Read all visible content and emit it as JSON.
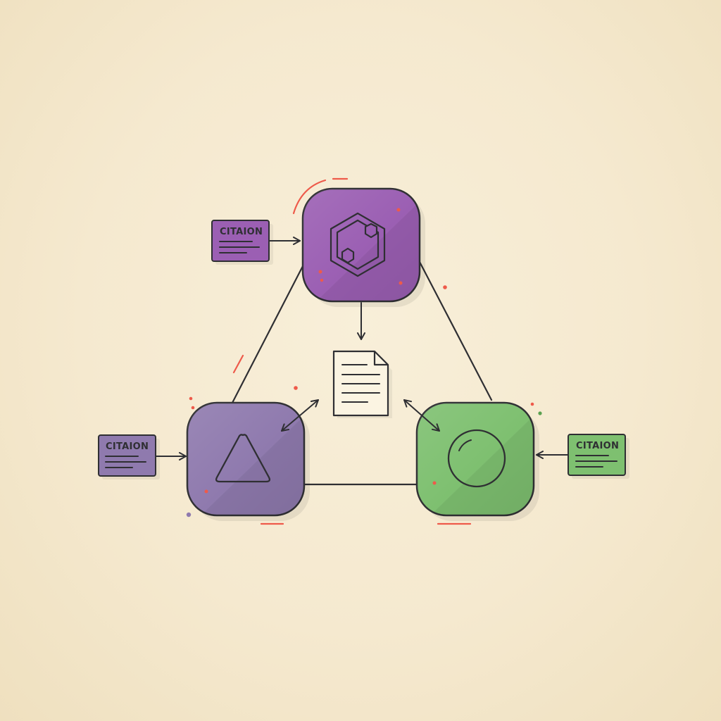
{
  "colors": {
    "background": "#f6ecd3",
    "outline": "#2f2f33",
    "top_node": "#9b5fb3",
    "left_node": "#8f7aae",
    "right_node": "#7ec070",
    "accent_red": "#ee5a4a",
    "document_fill": "#fbf4e2"
  },
  "nodes": {
    "top": {
      "icon": "hexagon-network-icon"
    },
    "left": {
      "icon": "triangle-icon"
    },
    "right": {
      "icon": "circle-icon"
    },
    "center": {
      "icon": "document-icon"
    }
  },
  "citations": {
    "top_left": {
      "label": "CITAION"
    },
    "bottom_left": {
      "label": "CITAION"
    },
    "right": {
      "label": "CITAION"
    }
  }
}
